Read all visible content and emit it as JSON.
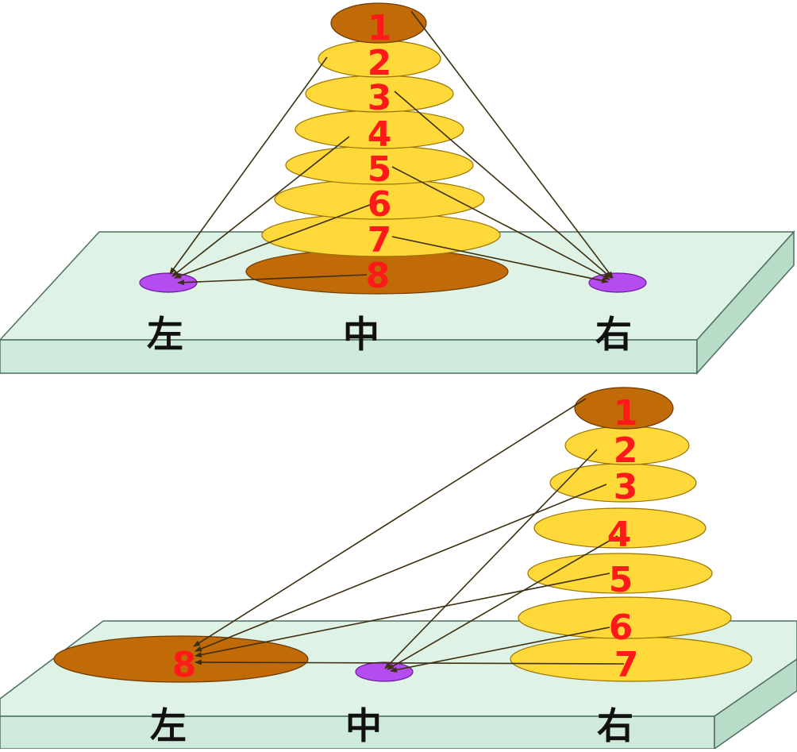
{
  "colors": {
    "board_top": "#dff2e6",
    "board_edge": "#4f6f60",
    "board_front": "#cfeadb",
    "board_side": "#b9dcc8",
    "disk_yellow": "#ffd83a",
    "disk_yellow_stroke": "#9a7400",
    "disk_dark": "#c06a08",
    "disk_dark_stroke": "#6b3a00",
    "peg": "#b44cf0",
    "peg_stroke": "#6a1a9a",
    "number": "#ff1a1a",
    "arrow": "#3c3010",
    "label": "#111111"
  },
  "panels": [
    {
      "name": "top",
      "peg_labels": [
        "左",
        "中",
        "右"
      ],
      "disks": [
        {
          "label": "1",
          "style": "dark"
        },
        {
          "label": "2",
          "style": "yellow"
        },
        {
          "label": "3",
          "style": "yellow"
        },
        {
          "label": "4",
          "style": "yellow"
        },
        {
          "label": "5",
          "style": "yellow"
        },
        {
          "label": "6",
          "style": "yellow"
        },
        {
          "label": "7",
          "style": "yellow"
        },
        {
          "label": "8",
          "style": "dark"
        }
      ]
    },
    {
      "name": "bottom",
      "peg_labels": [
        "左",
        "中",
        "右"
      ],
      "disks": [
        {
          "label": "1",
          "style": "dark"
        },
        {
          "label": "2",
          "style": "yellow"
        },
        {
          "label": "3",
          "style": "yellow"
        },
        {
          "label": "4",
          "style": "yellow"
        },
        {
          "label": "5",
          "style": "yellow"
        },
        {
          "label": "6",
          "style": "yellow"
        },
        {
          "label": "7",
          "style": "yellow"
        }
      ],
      "left_disk": {
        "label": "8",
        "style": "dark"
      }
    }
  ]
}
